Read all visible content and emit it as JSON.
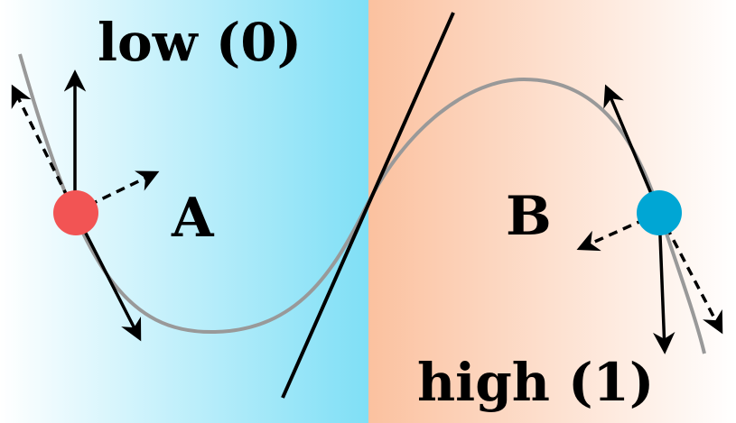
{
  "regions": {
    "left": {
      "label": "low (0)",
      "gradient": [
        "#ffffff",
        "#7fdff6"
      ]
    },
    "right": {
      "label": "high (1)",
      "gradient": [
        "#fbc19f",
        "#ffffff"
      ]
    }
  },
  "points": {
    "a": {
      "label": "A",
      "color": "#f25454"
    },
    "b": {
      "label": "B",
      "color": "#00a6d4"
    }
  },
  "colors": {
    "curve": "#999999",
    "arrows": "#000000",
    "separator": "#000000"
  }
}
